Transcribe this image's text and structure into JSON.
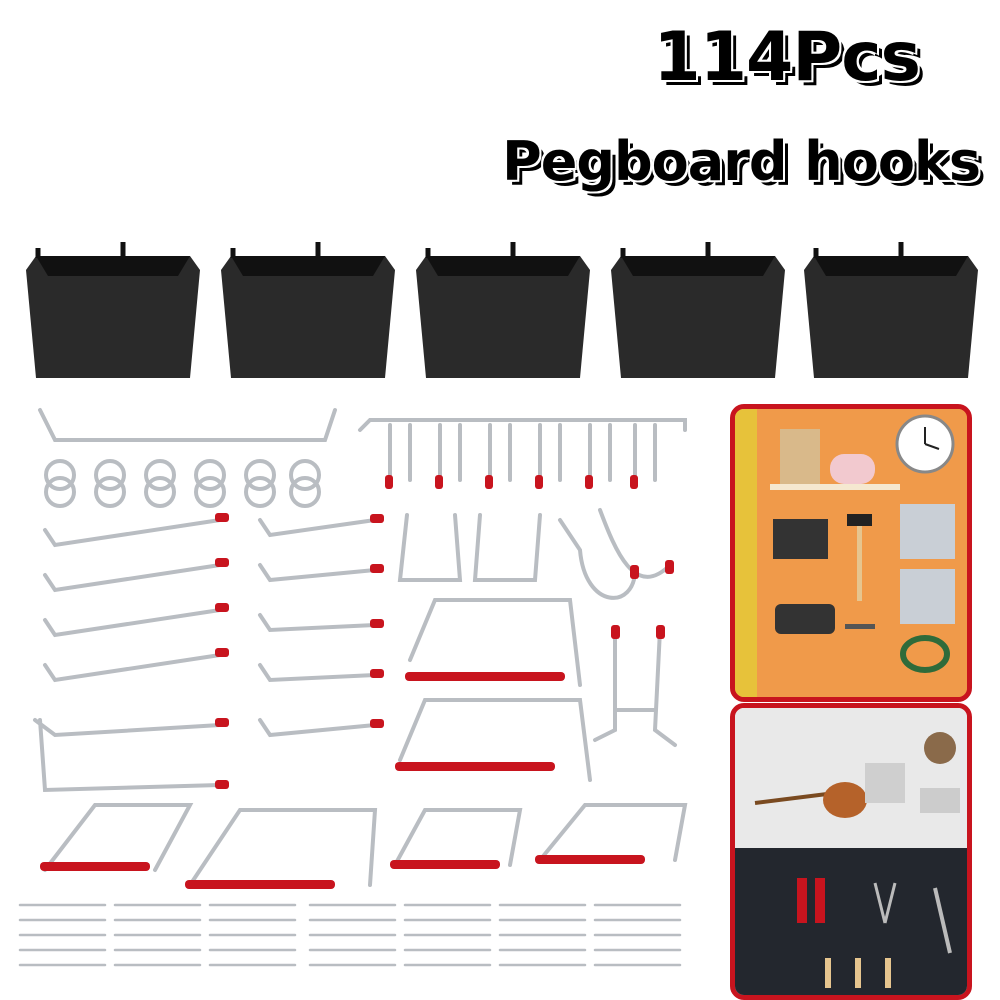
{
  "header": {
    "count_label": "114Pcs",
    "product_label": "Pegboard hooks"
  },
  "bins": {
    "count": 5,
    "color": "#2a2a2a"
  },
  "colors": {
    "hook_metal": "#b9bdc2",
    "hook_tip": "#c8141e",
    "panel_border": "#c8141e",
    "pegboard_orange": "#f09a4a",
    "pegboard_white": "#e9e9e9",
    "pegboard_dark": "#23272e"
  }
}
